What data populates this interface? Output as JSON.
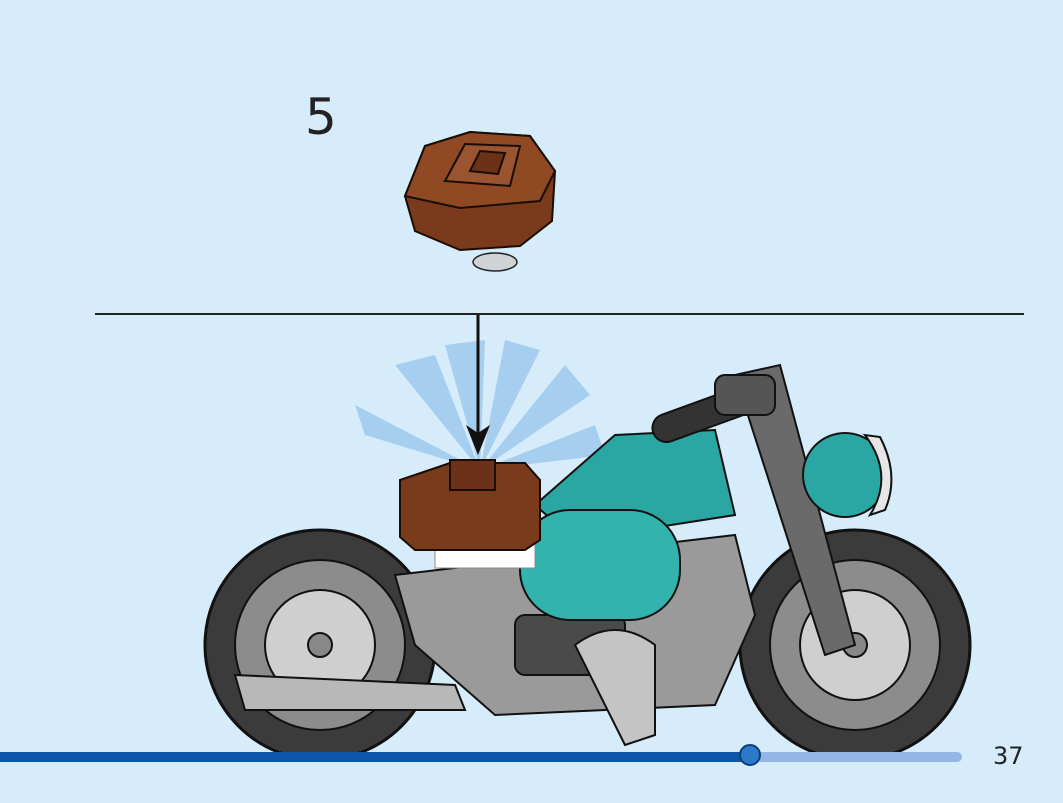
{
  "step": {
    "number": "5"
  },
  "page": {
    "number": "37"
  },
  "progress": {
    "fraction": 0.78
  },
  "colors": {
    "background": "#d6ecfb",
    "brick_brown": "#7a3a1c",
    "teal": "#2aa7a3",
    "dark_grey": "#3a3a3a",
    "light_grey": "#bfbfbf",
    "progress_fill": "#0d58a6",
    "progress_track": "#93b6e6"
  }
}
